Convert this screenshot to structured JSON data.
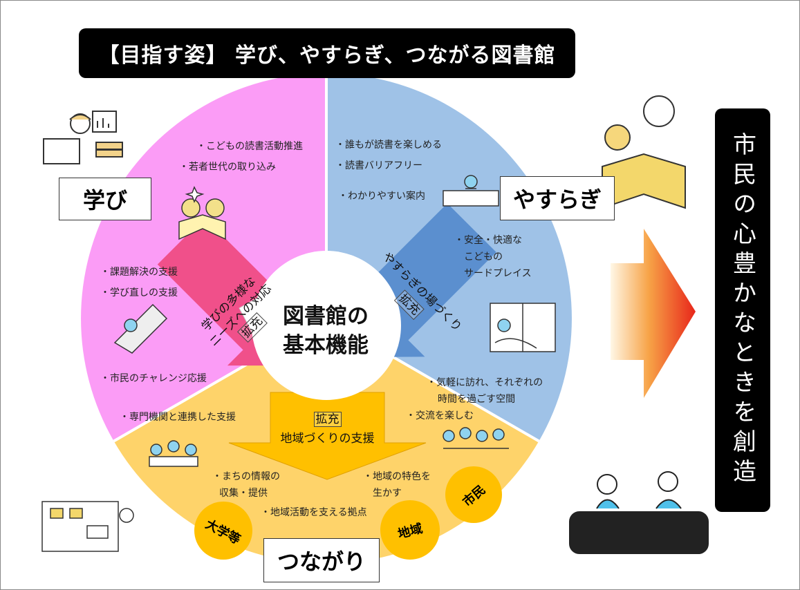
{
  "title": "【目指す姿】 学び、やすらぎ、つながる図書館",
  "vertical_banner": "市民の心豊かなときを創造",
  "center": {
    "line1": "図書館の",
    "line2": "基本機能"
  },
  "sections": {
    "manabi": {
      "label": "学び",
      "items": [
        "・こどもの読書活動推進",
        "・若者世代の取り込み",
        "・課題解決の支援",
        "・学び直しの支援",
        "・市民のチャレンジ応援"
      ],
      "arrow_line1": "学びの多様な",
      "arrow_line2": "ニーズへの対応",
      "arrow_tag": "拡充"
    },
    "yasuragi": {
      "label": "やすらぎ",
      "items": [
        "・誰もが読書を楽しめる",
        "・読書バリアフリー",
        "・わかりやすい案内",
        "・安全・快適な",
        "こどもの",
        "サードプレイス",
        "・気軽に訪れ、それぞれの",
        "時間を過ごす空間"
      ],
      "arrow_line1": "やすらぎの場づくり",
      "arrow_tag": "拡充"
    },
    "tsunagari": {
      "label": "つながり",
      "items": [
        "・専門機関と連携した支援",
        "・交流を楽しむ",
        "・まちの情報の",
        "収集・提供",
        "・地域の特色を",
        "生かす",
        "・地域活動を支える拠点"
      ],
      "arrow_tag": "拡充",
      "arrow_line1": "地域づくりの支援",
      "circles": [
        "大学等",
        "地域",
        "市民"
      ]
    }
  },
  "colors": {
    "manabi": "#fb9cf6",
    "yasuragi": "#9fc2e7",
    "tsunagari": "#fed36a",
    "arrow_pink": "#f0508a",
    "arrow_blue": "#5b8fcf",
    "arrow_orange": "#ffc000",
    "circle": "#ffc000"
  },
  "icons": [
    "person-laptop-chart-icon",
    "children-reading-icon",
    "person-desk-icon",
    "parent-child-reading-icon",
    "person-slide-icon",
    "person-window-reading-icon",
    "group-meeting-icon",
    "people-cheering-icon",
    "planning-board-icon",
    "family-sofa-icon",
    "gradient-arrow-icon"
  ]
}
